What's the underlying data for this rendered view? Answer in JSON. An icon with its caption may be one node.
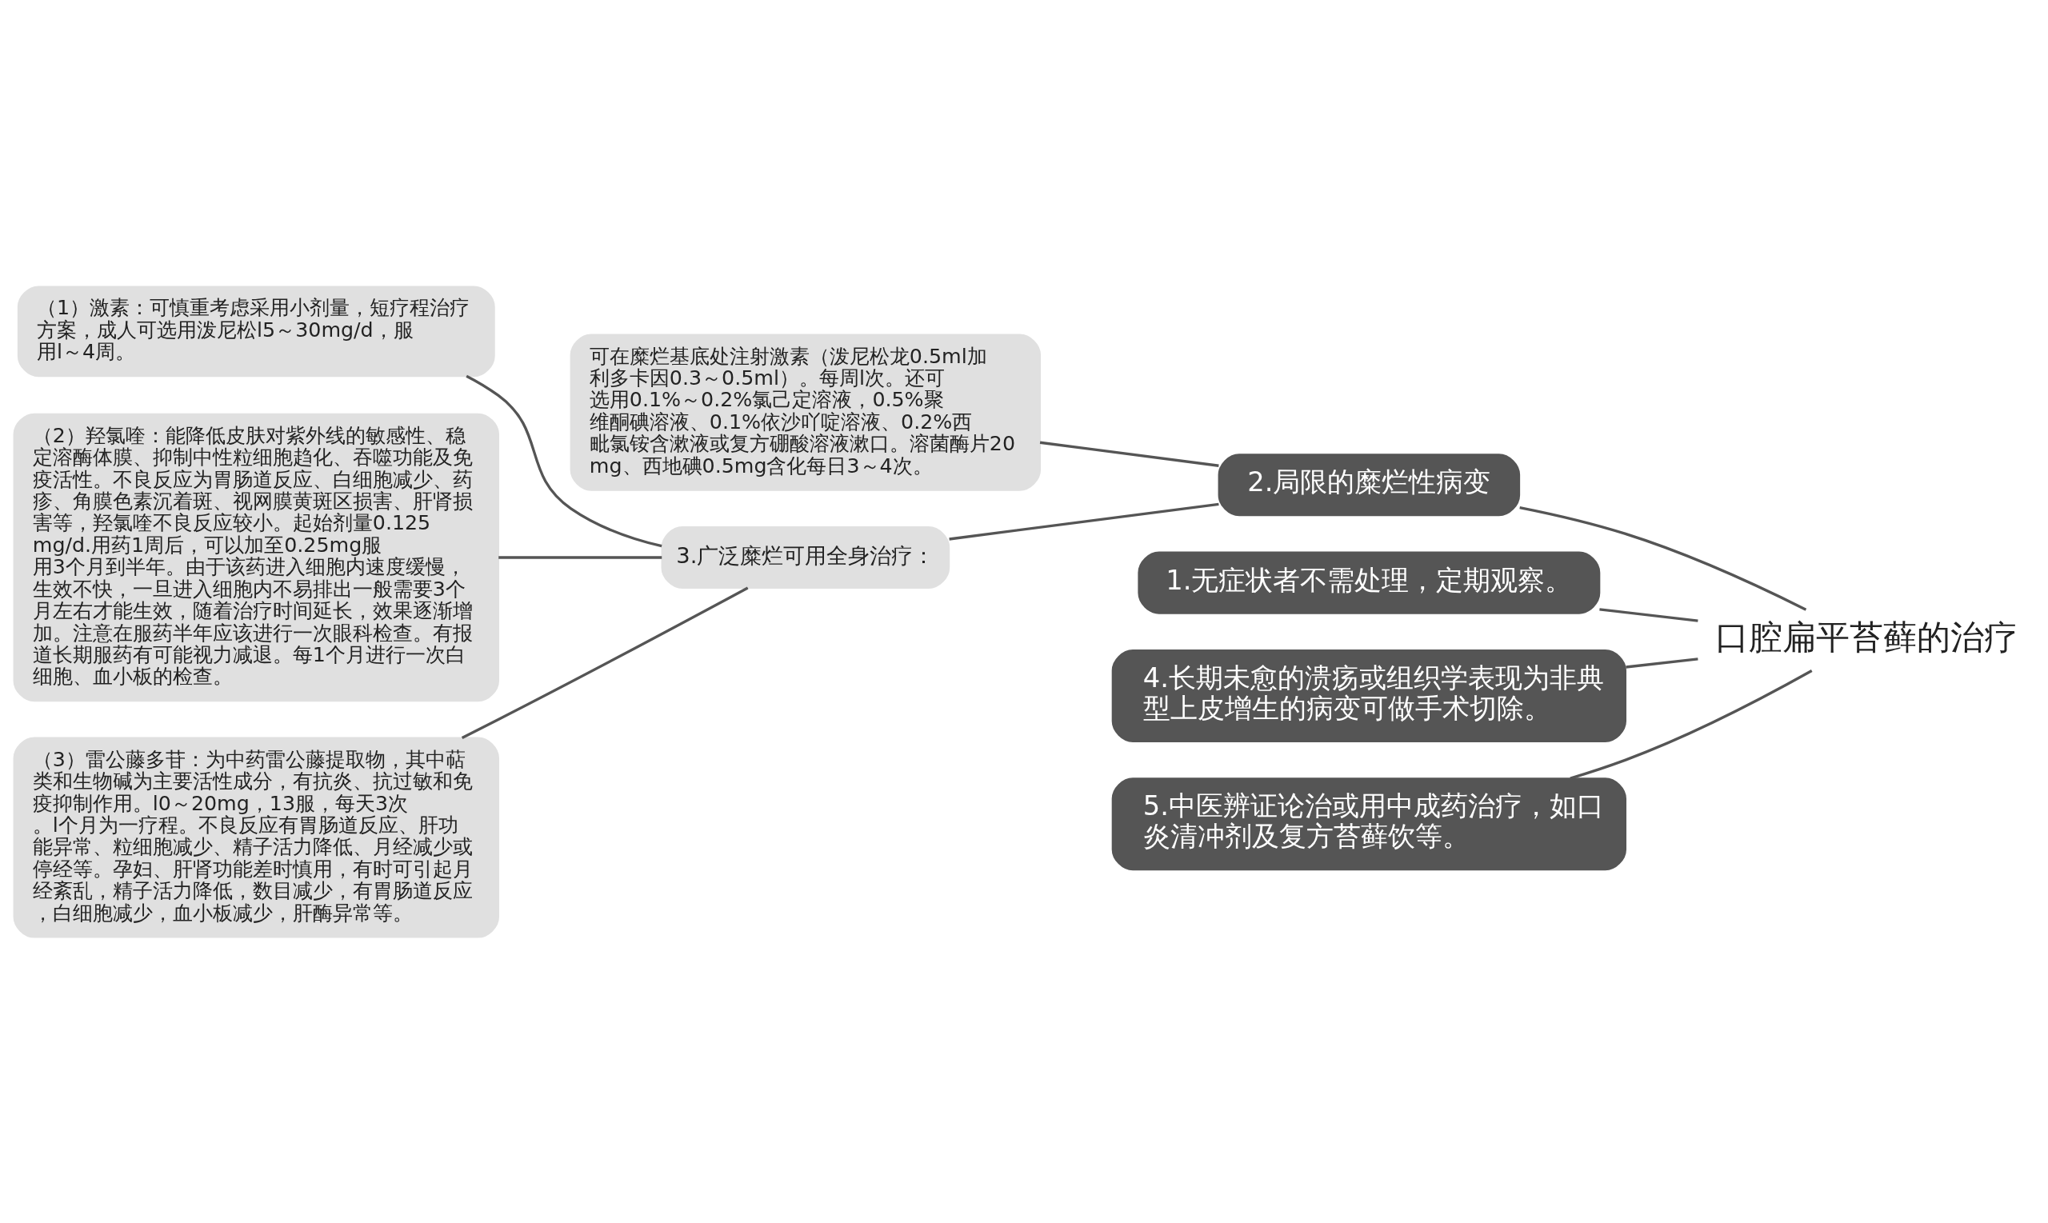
{
  "diagram": {
    "nodes": [
      {
        "text": [
          "口腔扁平苔藓的治疗"
        ]
      },
      {
        "text": [
          "2.局限的糜烂性病变"
        ]
      },
      {
        "text": [
          "可在糜烂基底处注射激素（泼尼松龙0.5ml加利多卡因0.3～0.5ml）。每周l次。还可选用0.1%～0.2%氯己定溶液，0.5%聚维酮碘溶液、0.1%依沙吖啶溶液、0.2%西毗氯铵含漱液或复方硼酸溶液漱口。溶菌酶片20mg、西地碘0.5mg含化每日3～4次。"
        ]
      },
      {
        "text": [
          "3.广泛糜烂可用全身治疗："
        ]
      },
      {
        "text": [
          "（1）激素：可慎重考虑采用小剂量，短疗程治疗方案，成人可选用泼尼松l5～30mg/d，服用l～4周。"
        ]
      },
      {
        "text": [
          "（2）羟氯喹：能降低皮肤对紫外线的敏感性、稳定溶酶体膜、抑制中性粒细胞趋化、吞噬功能及免疫活性。不良反应为胃肠道反应、白细胞减少、药疹、角膜色素沉着斑、视网膜黄斑区损害、肝肾损害等，羟氯喹不良反应较小。起始剂量0.125mg/d.用药1周后，可以加至0.25mg服用3个月到半年。由于该药进入细胞内速度缓慢，生效不快，一旦进入细胞内不易排出一般需要3个月左右才能生效，随着治疗时间延长，效果逐渐增加。注意在服药半年应该进行一次眼科检查。有报道长期服药有可能视力减退。每1个月进行一次白细胞、血小板的检查。"
        ]
      },
      {
        "text": [
          "（3）雷公藤多苷：为中药雷公藤提取物，其中萜类和生物碱为主要活性成分，有抗炎、抗过敏和免疫抑制作用。l0～20mg，13服，每天3次。l个月为一疗程。不良反应有胃肠道反应、肝功能异常、粒细胞减少、精子活力降低、月经减少或停经等。孕妇、肝肾功能差时慎用，有时可引起月经紊乱，精子活力降低，数目减少，有胃肠道反应，白细胞减少，血小板减少，肝酶异常等。"
        ]
      },
      {
        "text": [
          "1.无症状者不需处理，定期观察。"
        ]
      },
      {
        "text": [
          "4.长期未愈的溃疡或组织学表现为非典型上皮增生的病变可做手术切除。"
        ]
      },
      {
        "text": [
          "5.中医辨证论治或用中成药治疗，如口炎清冲剂及复方苔藓饮等。"
        ]
      }
    ],
    "edges": [
      {
        "from": 0,
        "to": 1,
        "arrow": "none"
      },
      {
        "from": 1,
        "to": 2,
        "arrow": "none"
      },
      {
        "from": 1,
        "to": 3,
        "arrow": "none"
      },
      {
        "from": 3,
        "to": 4,
        "arrow": "none"
      },
      {
        "from": 3,
        "to": 5,
        "arrow": "none"
      },
      {
        "from": 3,
        "to": 6,
        "arrow": "none"
      },
      {
        "from": 0,
        "to": 7,
        "arrow": "none"
      },
      {
        "from": 0,
        "to": 8,
        "arrow": "none"
      },
      {
        "from": 0,
        "to": 9,
        "arrow": "none"
      }
    ]
  }
}
